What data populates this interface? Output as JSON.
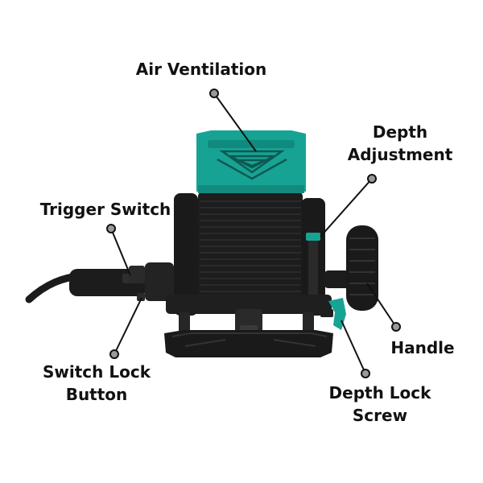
{
  "diagram": {
    "subject": "plunge router",
    "labels": {
      "air_ventilation": "Air Ventilation",
      "depth_adjustment": [
        "Depth",
        "Adjustment"
      ],
      "trigger_switch": "Trigger Switch",
      "handle": "Handle",
      "switch_lock_button": [
        "Switch Lock",
        "Button"
      ],
      "depth_lock_screw": [
        "Depth Lock",
        "Screw"
      ]
    },
    "colors": {
      "accent": "#17a394",
      "body": "#1b1b1b",
      "leader": "#111111",
      "dot_fill": "#9a9a9a"
    }
  }
}
